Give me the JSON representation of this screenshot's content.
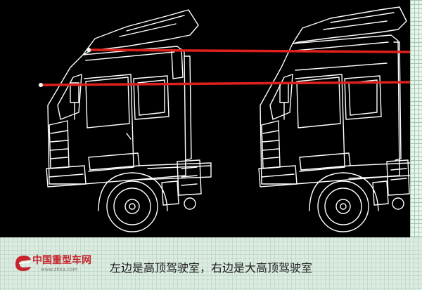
{
  "caption": "左边是高顶驾驶室，右边是大高顶驾驶室",
  "logo": {
    "name": "中国重型车网",
    "url": "www.zhka.com"
  },
  "colors": {
    "background": "#000000",
    "linework": "#ffffff",
    "reference_line": "#e0201c",
    "logo_red": "#c8232c"
  },
  "icons": {
    "brand_mark": "stylized-e-logo"
  }
}
